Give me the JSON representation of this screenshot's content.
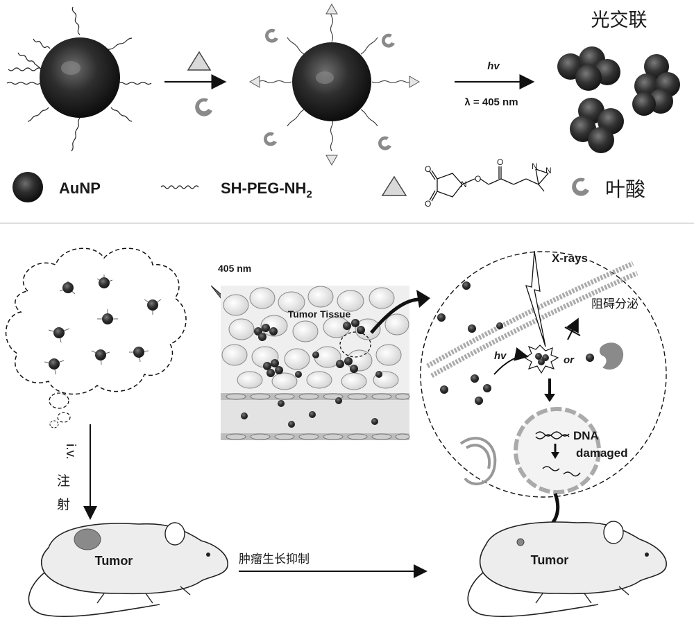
{
  "top": {
    "crosslink_label": "光交联",
    "hv_label": "hv",
    "lambda_label": "λ = 405 nm"
  },
  "legend": {
    "aunp_label": "AuNP",
    "peg_label_main": "SH-PEG-NH",
    "peg_label_sub": "2",
    "folate_label": "叶酸"
  },
  "bottom": {
    "laser_label": "405 nm",
    "tissue_label": "Tumor Tissue",
    "xray_label": "X-rays",
    "block_label": "阻碍分泌",
    "hv_label": "hv",
    "or_label": "or",
    "dna_label_1": "DNA",
    "dna_label_2": "damaged",
    "iv_label": "i.v.",
    "inject_1": "注",
    "inject_2": "射",
    "tumor_left": "Tumor",
    "tumor_right": "Tumor",
    "growth_label": "肿瘤生长抑制"
  }
}
